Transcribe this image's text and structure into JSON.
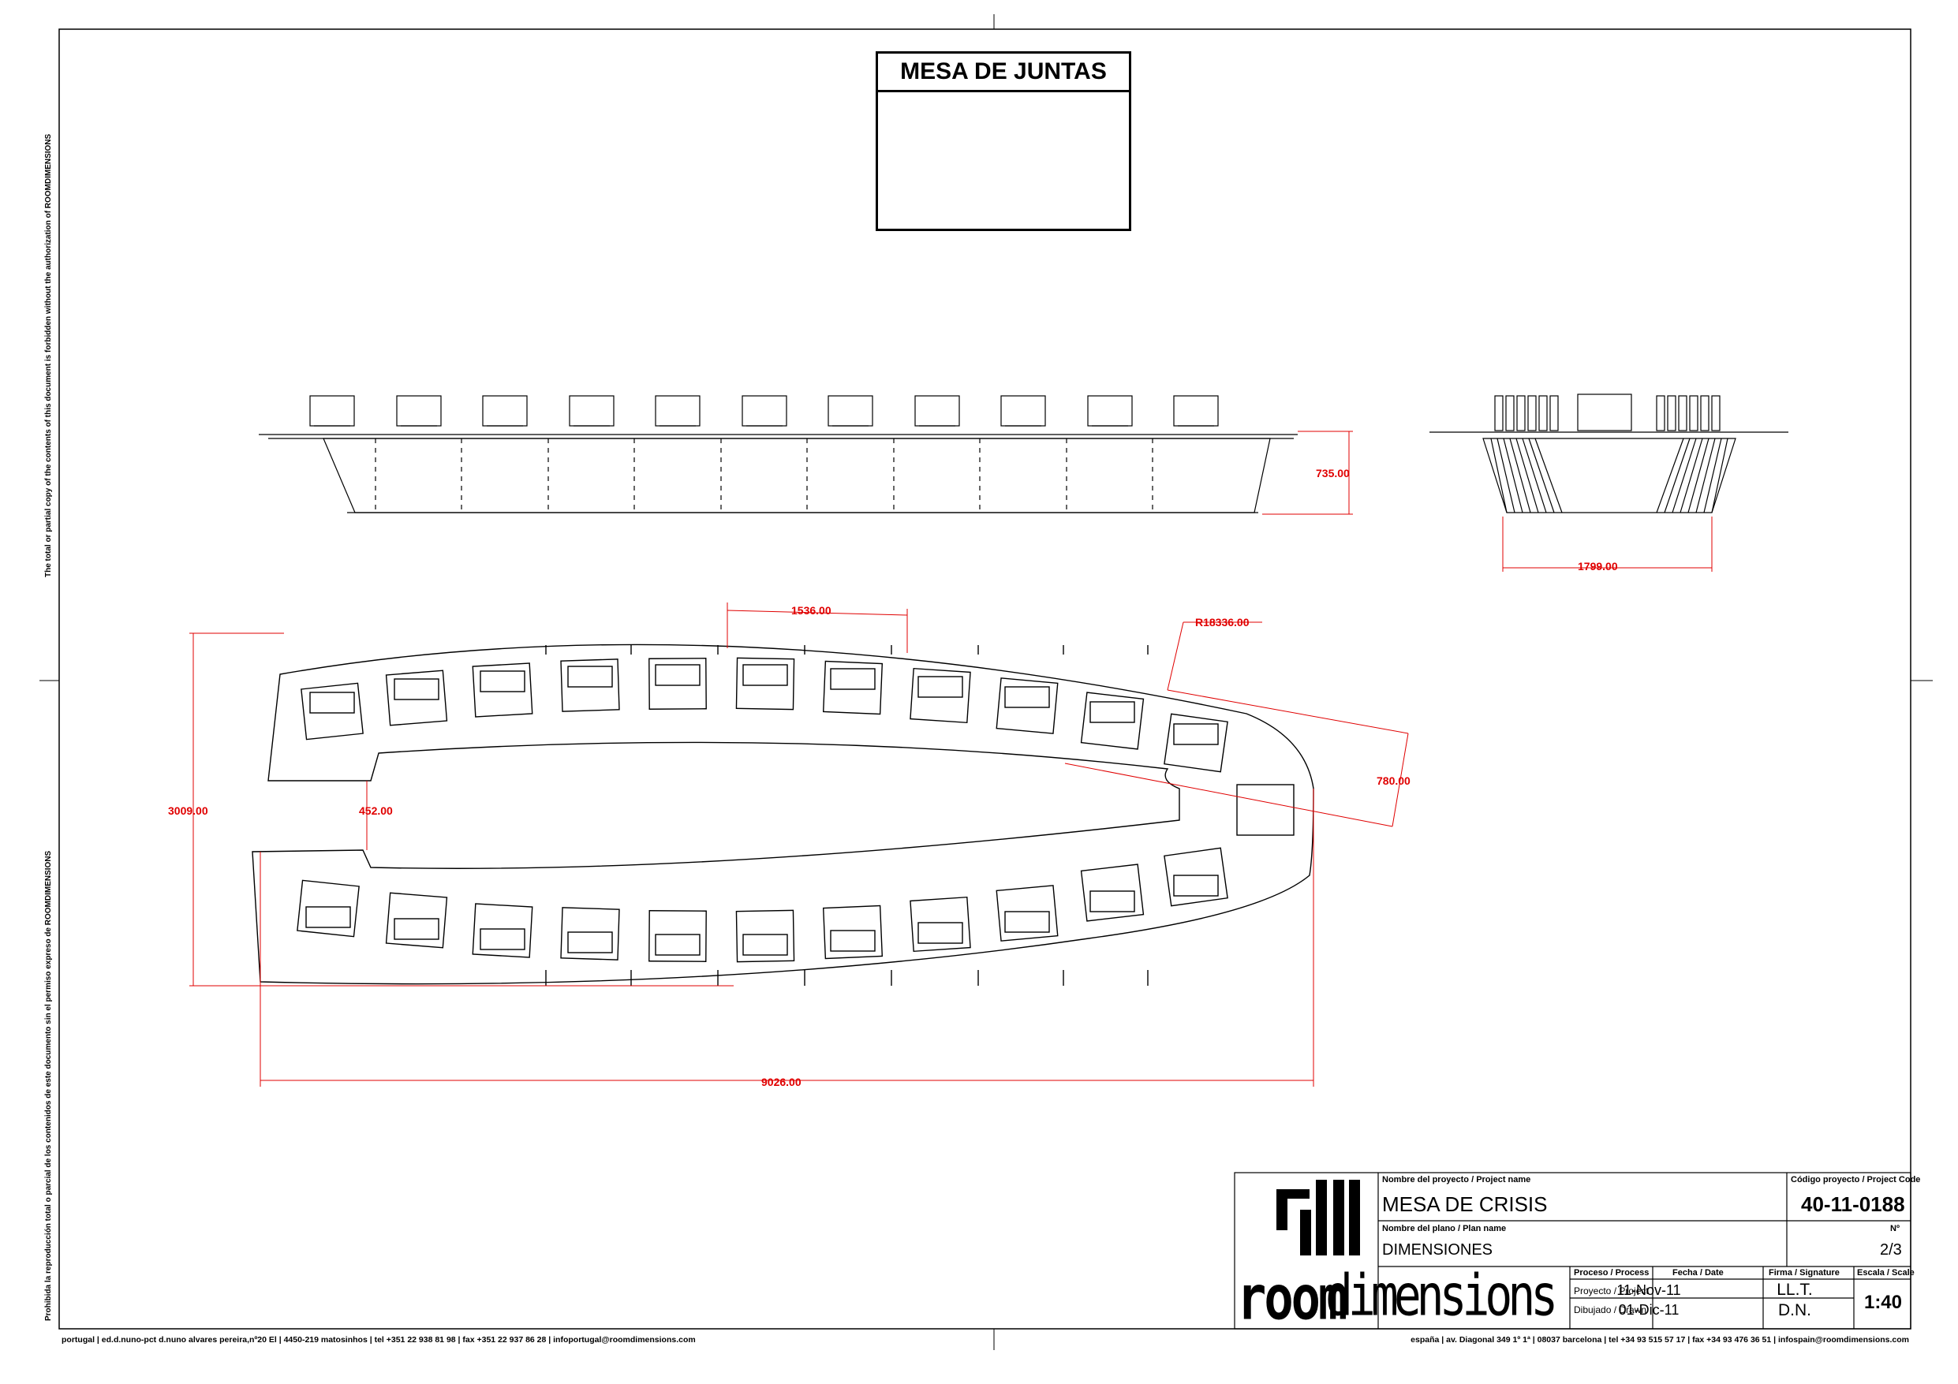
{
  "sheet_title": "MESA DE JUNTAS",
  "side_notes": {
    "english": "The total or partial copy of the contents of this document is forbidden without the authorization of ROOMDIMENSIONS",
    "spanish": "Prohibida la reproducción total o parcial de los contenidos de este documento sin el permiso expreso de ROOMDIMENSIONS"
  },
  "dimensions": {
    "height_side": "735.00",
    "width_end": "1799.00",
    "seat_pitch": "1536.00",
    "radius": "R18336.00",
    "depth": "780.00",
    "overall_depth": "3009.00",
    "gap": "452.00",
    "overall_length": "9026.00"
  },
  "title_block": {
    "logo_top": "rdi",
    "logo_room": "room",
    "logo_dimensions": "dimensions",
    "project_name_label": "Nombre del proyecto / Project name",
    "project_name": "MESA DE CRISIS",
    "project_code_label": "Código proyecto / Project Code",
    "project_code": "40-11-0188",
    "plan_name_label": "Nombre del plano / Plan name",
    "plan_name": "DIMENSIONES",
    "number_label": "Nº",
    "number": "2/3",
    "process_label": "Proceso / Process",
    "date_label": "Fecha / Date",
    "signature_label": "Firma / Signature",
    "scale_label": "Escala / Scale",
    "project_row_label": "Proyecto / Project",
    "project_date": "11-Nov-11",
    "project_signature": "LL.T.",
    "drawn_row_label": "Dibujado / Drawn",
    "drawn_date": "01-Dic-11",
    "drawn_signature": "D.N.",
    "scale": "1:40"
  },
  "footer": {
    "left": "portugal | ed.d.nuno-pct d.nuno alvares pereira,nº20 El | 4450-219 matosinhos | tel +351 22 938 81 98 | fax +351 22 937 86 28 | infoportugal@roomdimensions.com",
    "right": "españa | av. Diagonal 349 1º 1ª | 08037 barcelona | tel +34 93 515 57 17 | fax +34 93 476 36 51 | infospain@roomdimensions.com"
  },
  "colors": {
    "dimension": "#e00000",
    "line": "#000000"
  }
}
